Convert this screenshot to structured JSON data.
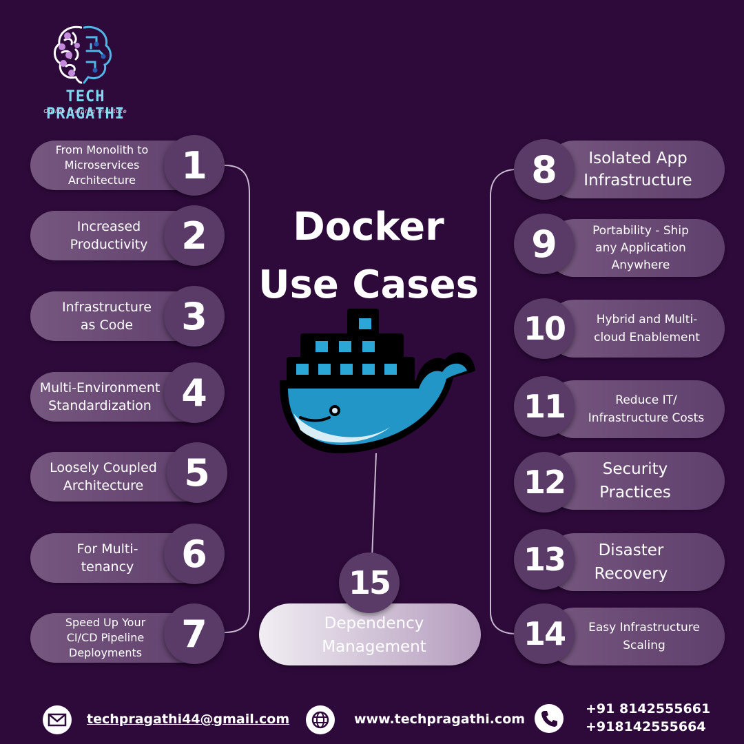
{
  "brand": {
    "name": "TECH PRAGATHI",
    "tagline": "Online Training Institute"
  },
  "title": {
    "line1": "Docker",
    "line2": "Use Cases"
  },
  "left_items": [
    {
      "number": "1",
      "text": "From Monolith to Microservices Architecture"
    },
    {
      "number": "2",
      "text": "Increased Productivity"
    },
    {
      "number": "3",
      "text": "Infrastructure as Code"
    },
    {
      "number": "4",
      "text": "Multi-Environment Standardization"
    },
    {
      "number": "5",
      "text": "Loosely Coupled Architecture"
    },
    {
      "number": "6",
      "text": "For Multi-tenancy"
    },
    {
      "number": "7",
      "text": "Speed Up Your CI/CD Pipeline Deployments"
    }
  ],
  "right_items": [
    {
      "number": "8",
      "text": "Isolated App Infrastructure"
    },
    {
      "number": "9",
      "text": "Portability - Ship any Application Anywhere"
    },
    {
      "number": "10",
      "text": "Hybrid and Multi-cloud Enablement"
    },
    {
      "number": "11",
      "text": "Reduce IT/ Infrastructure Costs"
    },
    {
      "number": "12",
      "text": "Security Practices"
    },
    {
      "number": "13",
      "text": "Disaster Recovery"
    },
    {
      "number": "14",
      "text": "Easy Infrastructure Scaling"
    }
  ],
  "center_item": {
    "number": "15",
    "text": "Dependency Management"
  },
  "footer": {
    "email": "techpragathi44@gmail.com",
    "website": "www.techpragathi.com",
    "phone1": "+91 8142555661",
    "phone2": "+918142555664"
  },
  "colors": {
    "background": "#2e0a3b",
    "pill": "#6a4a75",
    "accent": "#7ed8f0",
    "docker_blue": "#2396c8"
  },
  "icons": {
    "email": "mail-icon",
    "website": "globe-icon",
    "phone": "phone-icon"
  }
}
